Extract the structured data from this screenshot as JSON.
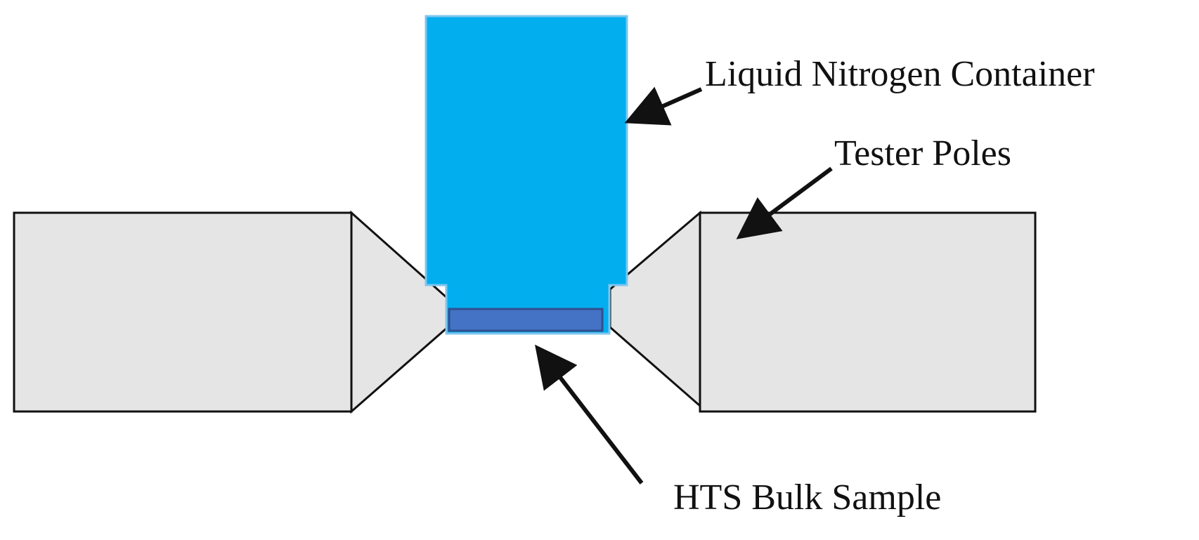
{
  "labels": {
    "container": "Liquid Nitrogen Container",
    "poles": "Tester Poles",
    "sample": "HTS Bulk Sample"
  },
  "colors": {
    "container": "#03aeef",
    "container_edge": "#7ec6ee",
    "sample": "#4472c4",
    "sample_edge": "#2f4f8f",
    "pole": "#e5e5e5",
    "stroke": "#111111",
    "background": "#ffffff"
  }
}
